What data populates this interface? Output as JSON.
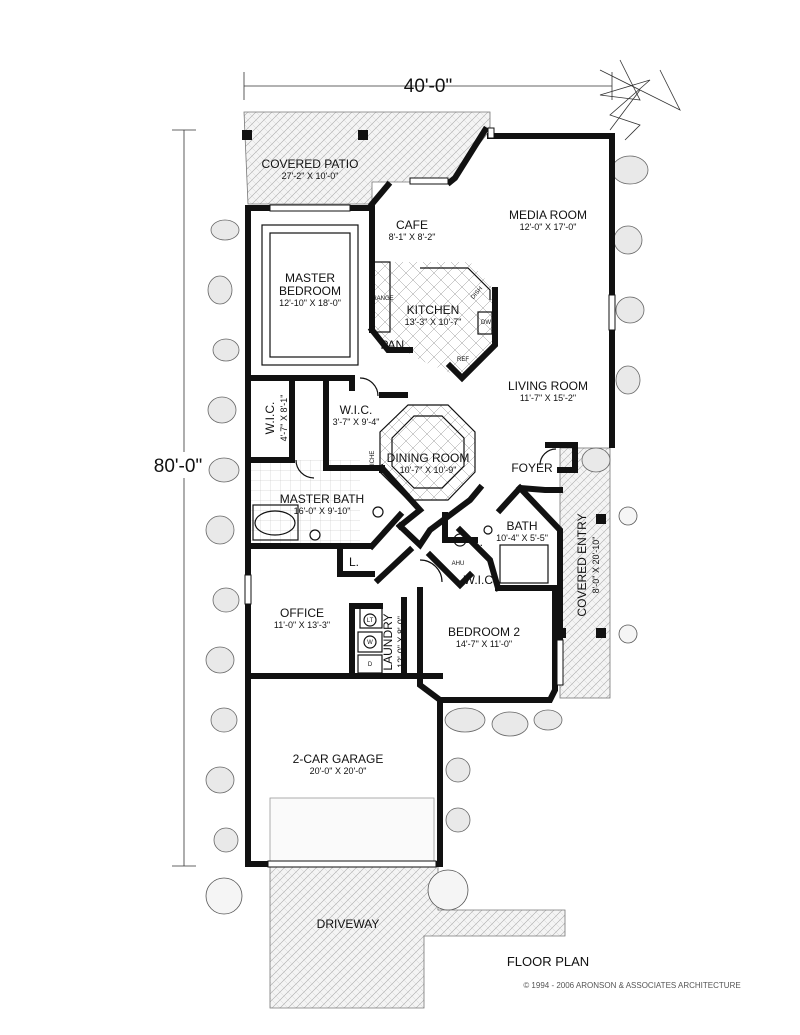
{
  "overall_width": "40'-0\"",
  "overall_depth": "80'-0\"",
  "plan_title": "FLOOR PLAN",
  "copyright": "© 1994 - 2006 ARONSON & ASSOCIATES ARCHITECTURE",
  "rooms": {
    "covered_patio": {
      "name": "COVERED PATIO",
      "size": "27'-2\" X 10'-0\""
    },
    "cafe": {
      "name": "CAFE",
      "size": "8'-1\" X 8'-2\""
    },
    "media_room": {
      "name": "MEDIA ROOM",
      "size": "12'-0\" X 17'-0\""
    },
    "master_bedroom": {
      "name_line1": "MASTER",
      "name_line2": "BEDROOM",
      "size": "12'-10\" X 18'-0\""
    },
    "kitchen": {
      "name": "KITCHEN",
      "size": "13'-3\" X 10'-7\""
    },
    "pantry": {
      "name": "PAN."
    },
    "living_room": {
      "name": "LIVING ROOM",
      "size": "11'-7\" X 15'-2\""
    },
    "wic_master": {
      "name": "W.I.C.",
      "size": "4'-7\" X 8'-1\""
    },
    "wic_center": {
      "name": "W.I.C.",
      "size": "3'-7\" X 9'-4\""
    },
    "dining_room": {
      "name": "DINING ROOM",
      "size": "10'-7\" X 10'-9\""
    },
    "foyer": {
      "name": "FOYER"
    },
    "master_bath": {
      "name": "MASTER BATH",
      "size": "16'-0\" X 9'-10\""
    },
    "bath": {
      "name": "BATH",
      "size": "10'-4\" X 5'-5\""
    },
    "covered_entry": {
      "name": "COVERED ENTRY",
      "size": "8'-0\" X 20'-10\""
    },
    "linen_master": {
      "name": "L."
    },
    "linen_bath": {
      "name": "L."
    },
    "wic_bed2": {
      "name": "W.I.C."
    },
    "office": {
      "name": "OFFICE",
      "size": "11'-0\" X 13'-3\""
    },
    "laundry": {
      "name": "LAUNDRY",
      "size": "12'-0\" X 8'-0\""
    },
    "bedroom2": {
      "name": "BEDROOM 2",
      "size": "14'-7\" X 11'-0\""
    },
    "garage": {
      "name": "2-CAR GARAGE",
      "size": "20'-0\" X 20'-0\""
    },
    "driveway": {
      "name": "DRIVEWAY"
    }
  },
  "fixtures": {
    "range": "RANGE",
    "dw": "DW",
    "ref": "REF",
    "dish": "DISH",
    "niche": "NICHE",
    "ahu": "AHU",
    "laundry_tub": "LT",
    "washer": "W",
    "dryer": "D"
  }
}
